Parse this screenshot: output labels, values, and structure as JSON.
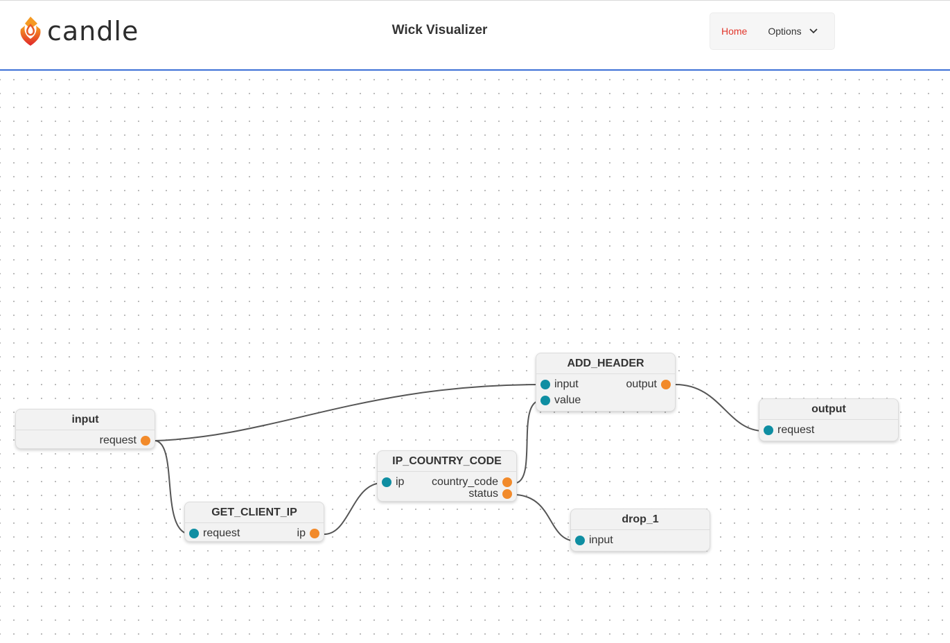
{
  "header": {
    "logo_text": "candle",
    "title": "Wick Visualizer",
    "nav": {
      "home": "Home",
      "options": "Options"
    }
  },
  "colors": {
    "accent": "#3b6fd6",
    "home_link": "#e2362b",
    "input_port": "#0f8ea2",
    "output_port": "#f28a2a"
  },
  "nodes": {
    "input": {
      "title": "input",
      "outputs": [
        "request"
      ]
    },
    "get_ip": {
      "title": "GET_CLIENT_IP",
      "inputs": [
        "request"
      ],
      "outputs": [
        "ip"
      ]
    },
    "ip_country": {
      "title": "IP_COUNTRY_CODE",
      "inputs": [
        "ip"
      ],
      "outputs": [
        "country_code",
        "status"
      ]
    },
    "add_header": {
      "title": "ADD_HEADER",
      "inputs": [
        "input",
        "value"
      ],
      "outputs": [
        "output"
      ]
    },
    "output": {
      "title": "output",
      "inputs": [
        "request"
      ]
    },
    "drop": {
      "title": "drop_1",
      "inputs": [
        "input"
      ]
    }
  },
  "edges": [
    {
      "from": "input.request",
      "to": "add_header.input"
    },
    {
      "from": "input.request",
      "to": "get_ip.request"
    },
    {
      "from": "get_ip.ip",
      "to": "ip_country.ip"
    },
    {
      "from": "ip_country.country_code",
      "to": "add_header.value"
    },
    {
      "from": "ip_country.status",
      "to": "drop.input"
    },
    {
      "from": "add_header.output",
      "to": "output.request"
    }
  ]
}
